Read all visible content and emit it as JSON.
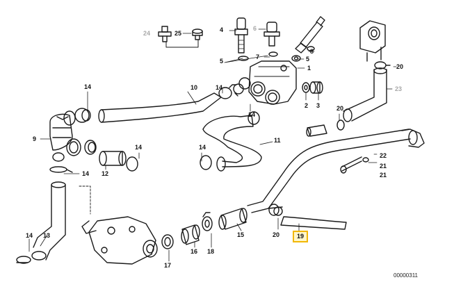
{
  "diagram": {
    "highlight_color": "#f2b705",
    "labels": {
      "p1": "1",
      "p2": "2",
      "p3": "3",
      "p4": "4",
      "p5a": "5",
      "p5b": "5",
      "p6": "6",
      "p7": "7",
      "p8": "8",
      "p9": "9",
      "p10": "10",
      "p11": "11",
      "p12": "12",
      "p13": "13",
      "p14a": "14",
      "p14b": "14",
      "p14c": "14",
      "p14d": "14",
      "p14e": "14",
      "p14f": "14",
      "p15": "15",
      "p16": "16",
      "p17": "17",
      "p18": "18",
      "p19": "19",
      "p20a": "20",
      "p20b": "20",
      "p20c": "20",
      "p21": "21",
      "p22": "22",
      "p23": "23",
      "p24": "24",
      "p25": "25"
    },
    "code": "00000311"
  }
}
